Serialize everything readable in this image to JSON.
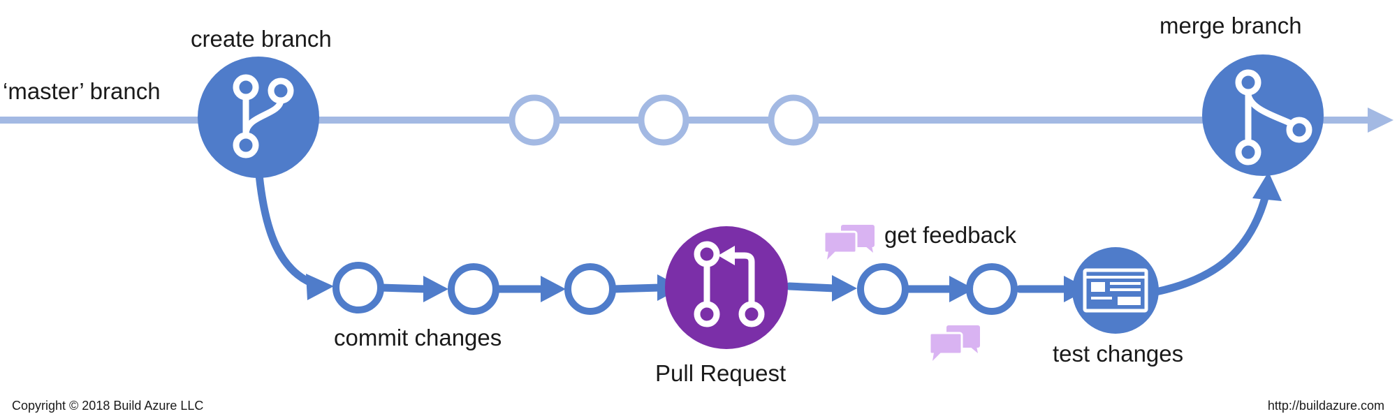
{
  "labels": {
    "master_branch": "‘master’ branch",
    "create_branch": "create branch",
    "merge_branch": "merge branch",
    "commit_changes": "commit changes",
    "pull_request": "Pull Request",
    "get_feedback": "get feedback",
    "test_changes": "test changes"
  },
  "footer": {
    "copyright": "Copyright © 2018 Build Azure LLC",
    "url": "http://buildazure.com"
  },
  "colors": {
    "master_line": "#a3b9e3",
    "branch_blue": "#4f7cca",
    "pull_request_purple": "#7b2fa8",
    "feedback_bubble": "#d9b3f2",
    "white": "#ffffff"
  },
  "icons": {
    "create_branch": "git-branch-icon",
    "merge_branch": "git-merge-icon",
    "pull_request": "pull-request-icon",
    "feedback": "chat-bubbles-icon",
    "test": "browser-window-icon"
  }
}
